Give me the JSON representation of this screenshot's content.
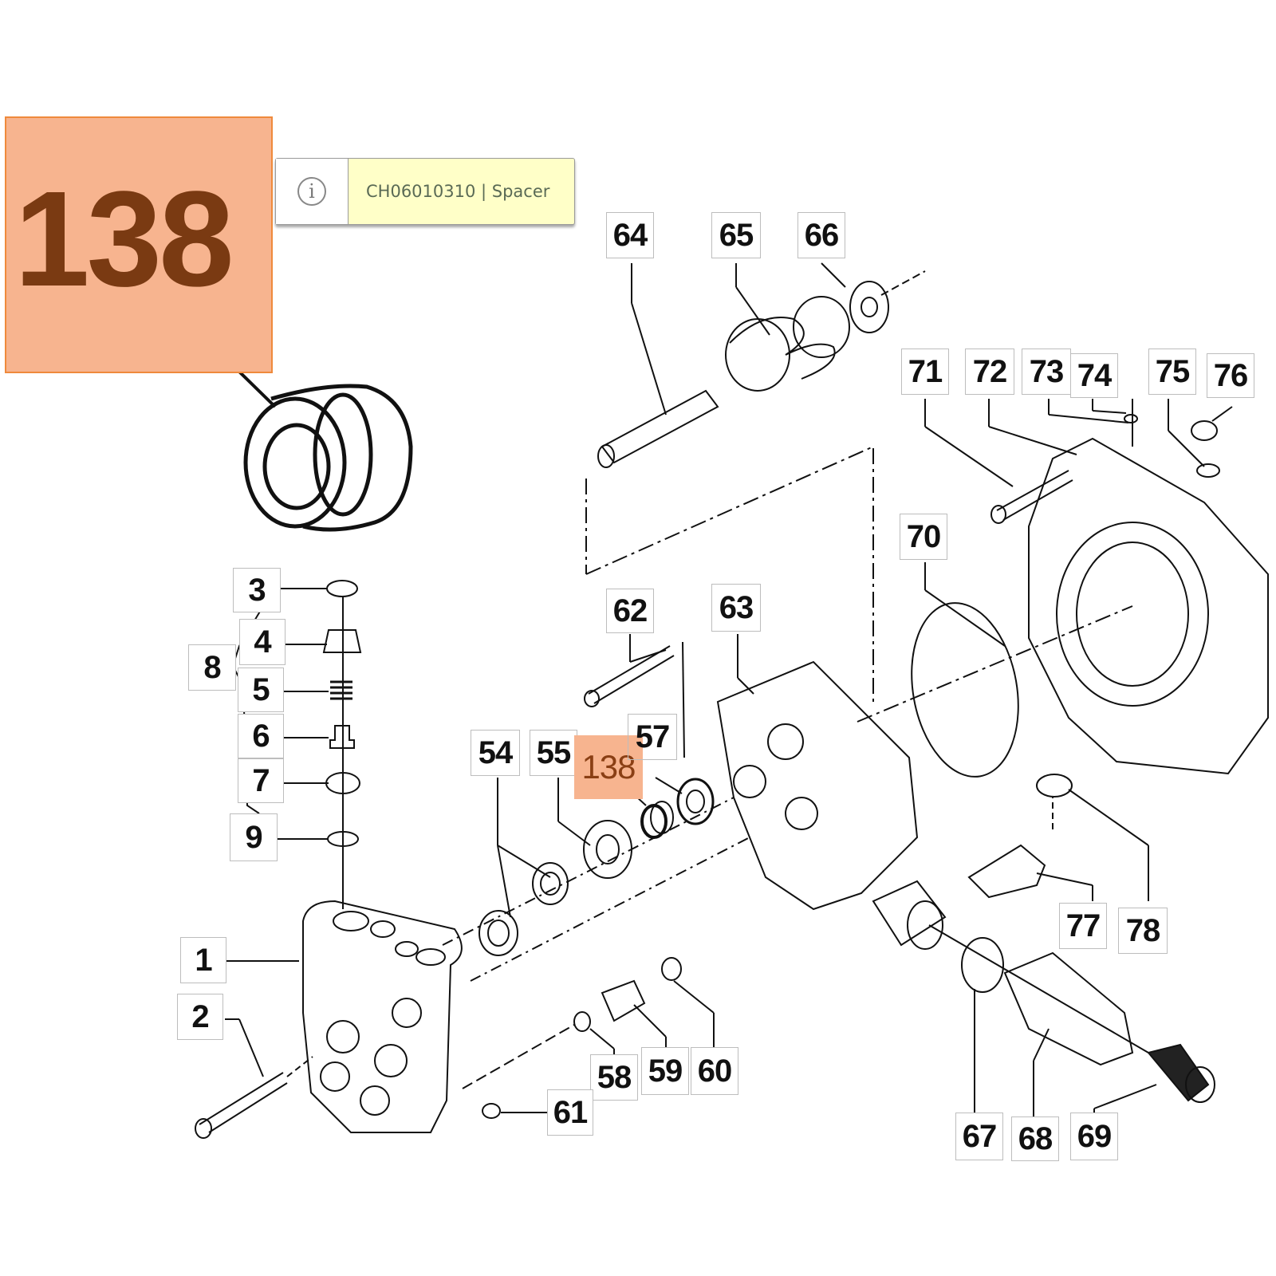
{
  "highlight": {
    "part_number_label": "138",
    "accent_color": "#f7b48f",
    "accent_border": "#ef8a3c",
    "label_color": "#7a3a12"
  },
  "tooltip": {
    "icon": "info-icon",
    "text": "CH06010310 | Spacer"
  },
  "callouts": [
    {
      "id": "3",
      "label": "3"
    },
    {
      "id": "4",
      "label": "4"
    },
    {
      "id": "5",
      "label": "5"
    },
    {
      "id": "6",
      "label": "6"
    },
    {
      "id": "7",
      "label": "7"
    },
    {
      "id": "8",
      "label": "8"
    },
    {
      "id": "9",
      "label": "9"
    },
    {
      "id": "1",
      "label": "1"
    },
    {
      "id": "2",
      "label": "2"
    },
    {
      "id": "54",
      "label": "54"
    },
    {
      "id": "55",
      "label": "55"
    },
    {
      "id": "138",
      "label": "138",
      "highlighted": true
    },
    {
      "id": "57",
      "label": "57"
    },
    {
      "id": "58",
      "label": "58"
    },
    {
      "id": "59",
      "label": "59"
    },
    {
      "id": "60",
      "label": "60"
    },
    {
      "id": "61",
      "label": "61"
    },
    {
      "id": "62",
      "label": "62"
    },
    {
      "id": "63",
      "label": "63"
    },
    {
      "id": "64",
      "label": "64"
    },
    {
      "id": "65",
      "label": "65"
    },
    {
      "id": "66",
      "label": "66"
    },
    {
      "id": "67",
      "label": "67"
    },
    {
      "id": "68",
      "label": "68"
    },
    {
      "id": "69",
      "label": "69"
    },
    {
      "id": "70",
      "label": "70"
    },
    {
      "id": "71",
      "label": "71"
    },
    {
      "id": "72",
      "label": "72"
    },
    {
      "id": "73",
      "label": "73"
    },
    {
      "id": "74",
      "label": "74"
    },
    {
      "id": "75",
      "label": "75"
    },
    {
      "id": "76",
      "label": "76"
    },
    {
      "id": "77",
      "label": "77"
    },
    {
      "id": "78",
      "label": "78"
    }
  ]
}
